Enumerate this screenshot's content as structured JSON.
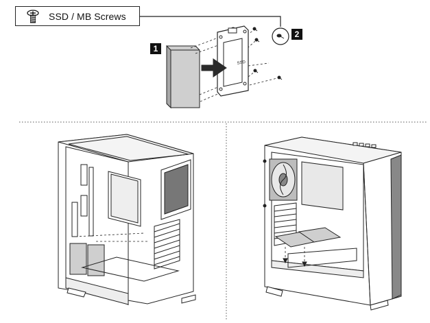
{
  "legend": {
    "label": "SSD / MB Screws",
    "icon": "screw-icon"
  },
  "steps": [
    {
      "number": "1"
    },
    {
      "number": "2"
    }
  ],
  "ssd_label": "SSD",
  "colors": {
    "line": "#222222",
    "ssd_fill": "#cfcfcf",
    "arrow": "#2a2a2a",
    "fan": "#bdbdbd",
    "panel": "#d9d9d9"
  }
}
